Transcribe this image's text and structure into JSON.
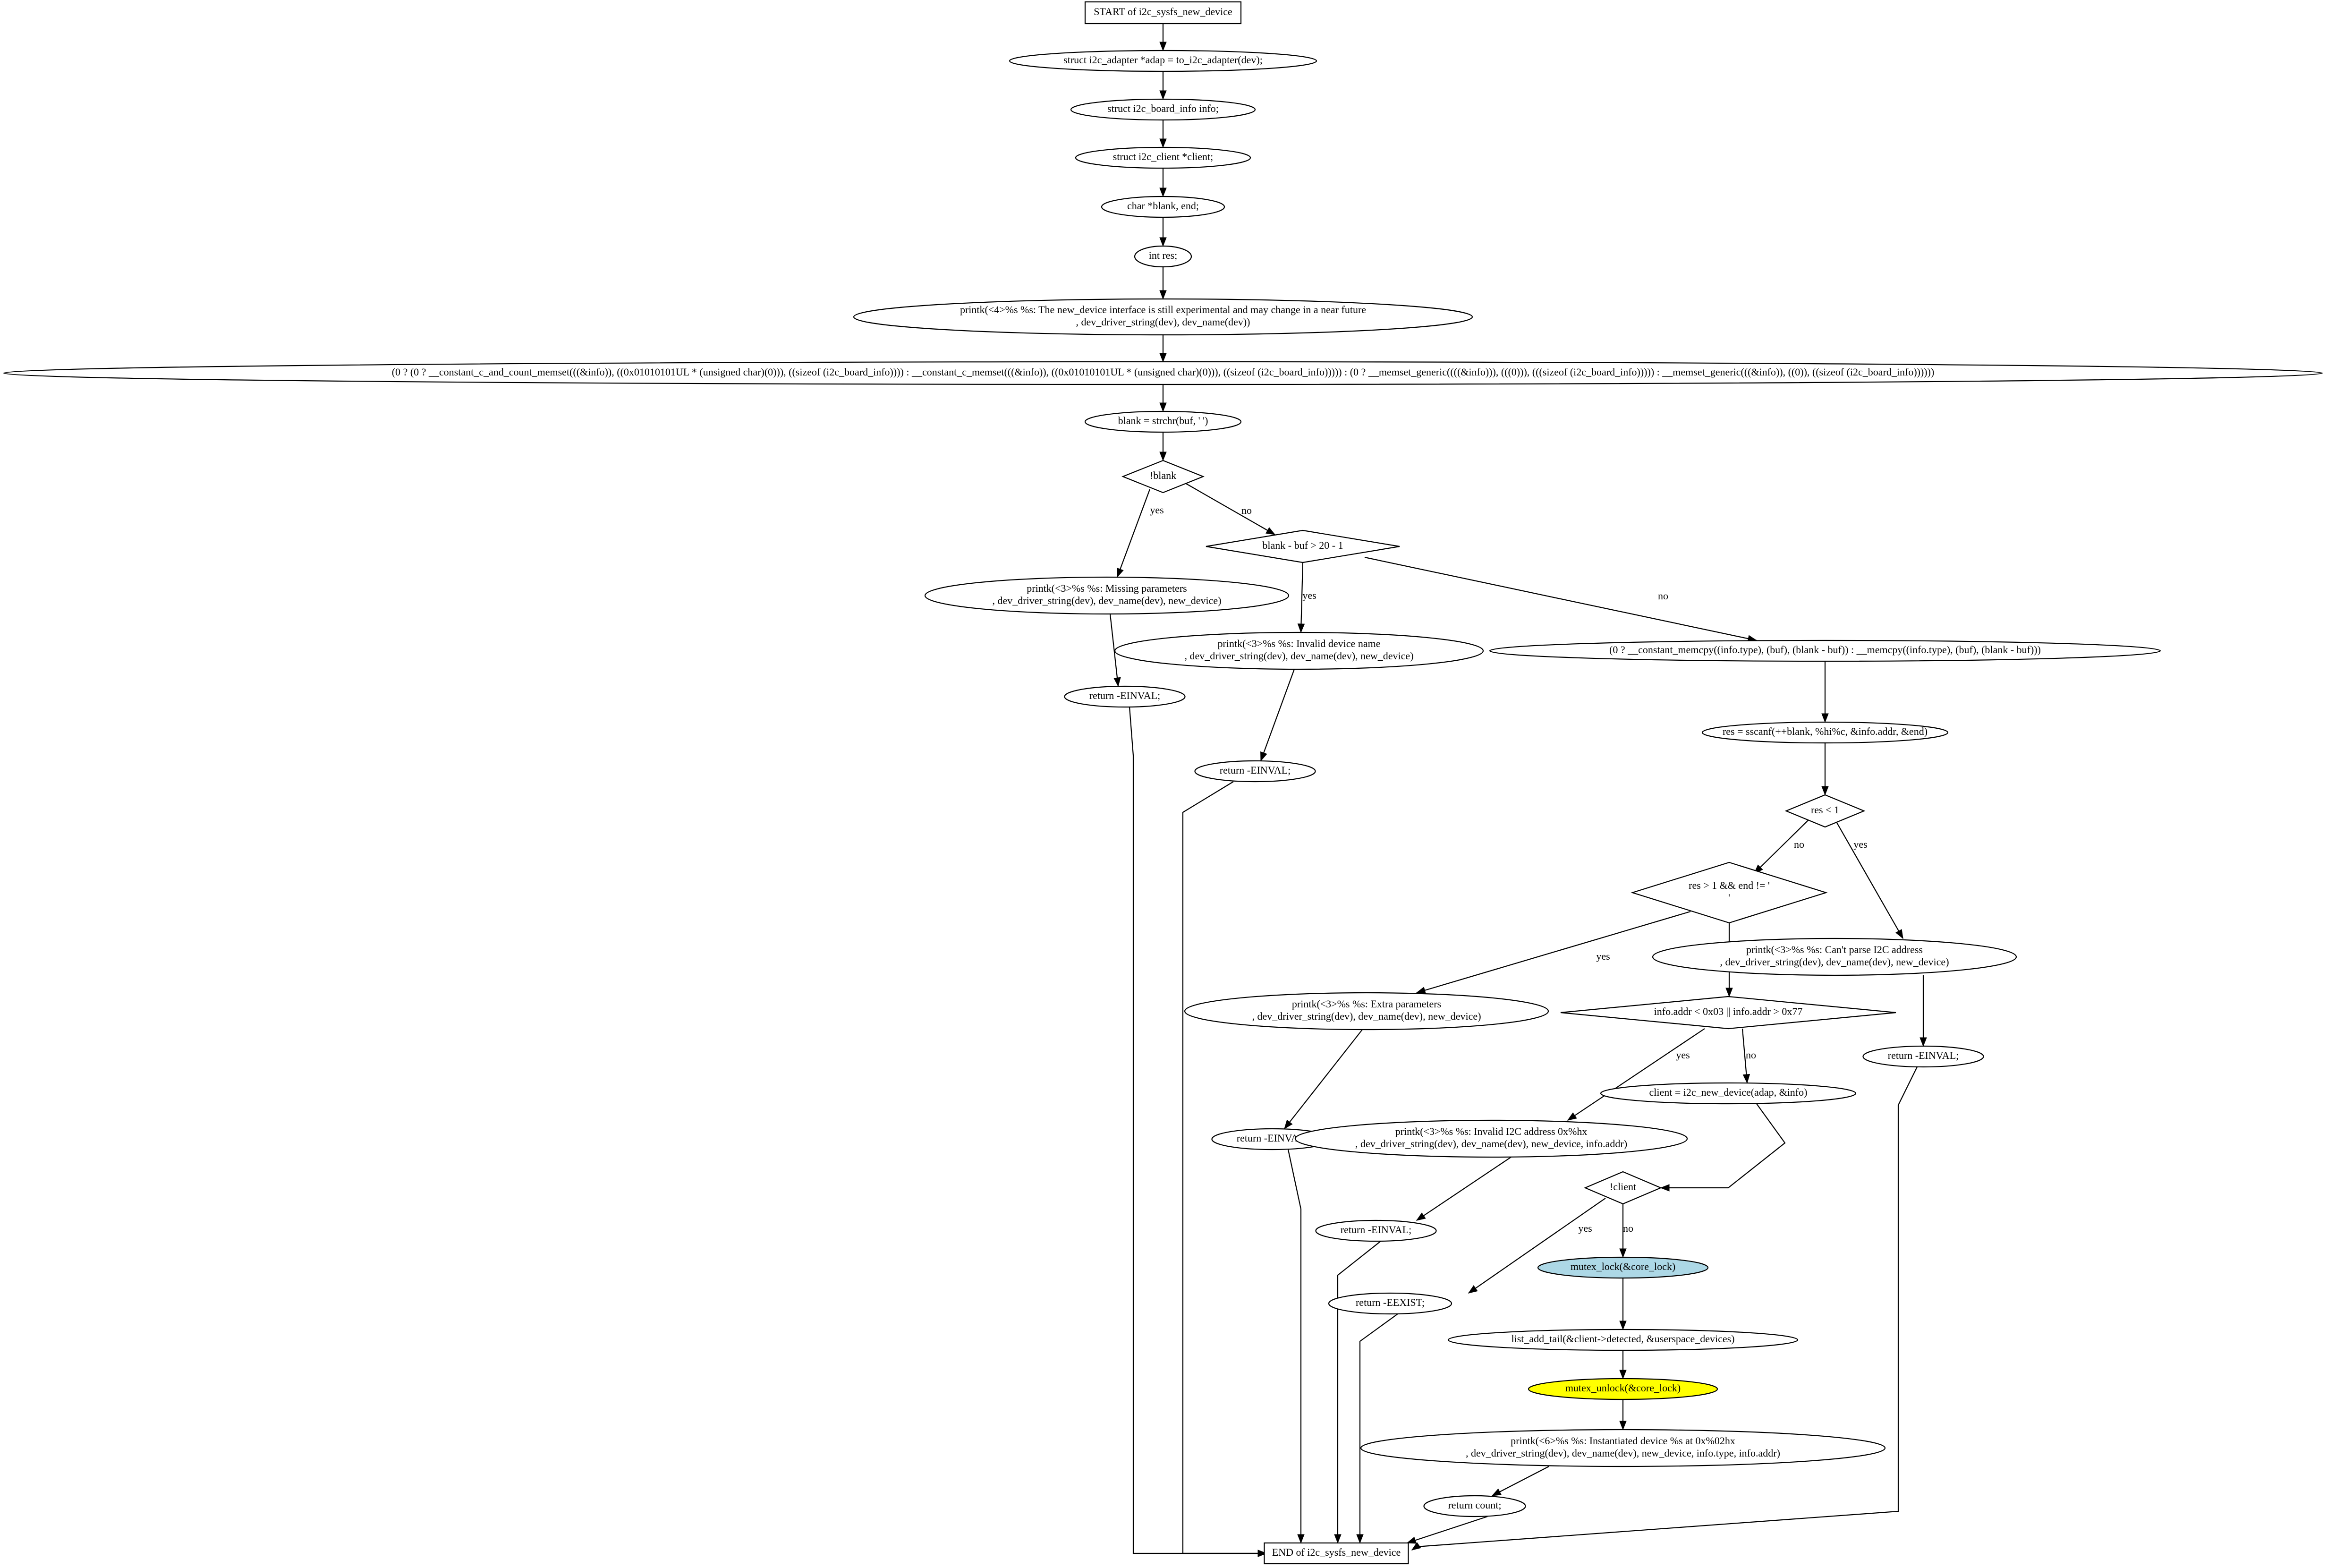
{
  "graph": {
    "nodes": [
      {
        "id": "start",
        "shape": "box",
        "lines": [
          "START of i2c_sysfs_new_device"
        ]
      },
      {
        "id": "n_adap",
        "shape": "ellipse",
        "lines": [
          "struct i2c_adapter *adap = to_i2c_adapter(dev);"
        ]
      },
      {
        "id": "n_info",
        "shape": "ellipse",
        "lines": [
          "struct i2c_board_info info;"
        ]
      },
      {
        "id": "n_client",
        "shape": "ellipse",
        "lines": [
          "struct i2c_client *client;"
        ]
      },
      {
        "id": "n_blank_decl",
        "shape": "ellipse",
        "lines": [
          "char *blank, end;"
        ]
      },
      {
        "id": "n_res_decl",
        "shape": "ellipse",
        "lines": [
          "int res;"
        ]
      },
      {
        "id": "n_printk_warn",
        "shape": "ellipse",
        "lines": [
          "printk(<4>%s %s: The new_device interface is still experimental and may change in a near future",
          ", dev_driver_string(dev), dev_name(dev))"
        ]
      },
      {
        "id": "n_memset",
        "shape": "ellipse",
        "lines": [
          "(0 ? (0 ? __constant_c_and_count_memset(((&info)), ((0x01010101UL * (unsigned char)(0))), ((sizeof (i2c_board_info)))) : __constant_c_memset(((&info)), ((0x01010101UL * (unsigned char)(0))), ((sizeof (i2c_board_info))))) : (0 ? __memset_generic((((&info))), (((0))), (((sizeof (i2c_board_info))))) : __memset_generic(((&info)), ((0)), ((sizeof (i2c_board_info))))))"
        ]
      },
      {
        "id": "n_strchr",
        "shape": "ellipse",
        "lines": [
          "blank = strchr(buf, ' ')"
        ]
      },
      {
        "id": "d_blank",
        "shape": "diamond",
        "lines": [
          "!blank"
        ]
      },
      {
        "id": "n_missing",
        "shape": "ellipse",
        "lines": [
          "printk(<3>%s %s: Missing parameters",
          ", dev_driver_string(dev), dev_name(dev), new_device)"
        ]
      },
      {
        "id": "r1",
        "shape": "ellipse",
        "lines": [
          "return -EINVAL;"
        ]
      },
      {
        "id": "d_len",
        "shape": "diamond",
        "lines": [
          "blank - buf > 20 - 1"
        ]
      },
      {
        "id": "n_invalid_name",
        "shape": "ellipse",
        "lines": [
          "printk(<3>%s %s: Invalid device name",
          ", dev_driver_string(dev), dev_name(dev), new_device)"
        ]
      },
      {
        "id": "r2",
        "shape": "ellipse",
        "lines": [
          "return -EINVAL;"
        ]
      },
      {
        "id": "n_memcpy",
        "shape": "ellipse",
        "lines": [
          "(0 ? __constant_memcpy((info.type), (buf), (blank - buf)) : __memcpy((info.type), (buf), (blank - buf)))"
        ]
      },
      {
        "id": "n_sscanf",
        "shape": "ellipse",
        "lines": [
          "res = sscanf(++blank, %hi%c, &info.addr, &end)"
        ]
      },
      {
        "id": "d_res",
        "shape": "diamond",
        "lines": [
          "res < 1"
        ]
      },
      {
        "id": "d_extra",
        "shape": "diamond",
        "lines": [
          "res > 1 && end != '",
          "'"
        ]
      },
      {
        "id": "n_cant_parse",
        "shape": "ellipse",
        "lines": [
          "printk(<3>%s %s: Can't parse I2C address",
          ", dev_driver_string(dev), dev_name(dev), new_device)"
        ]
      },
      {
        "id": "r3",
        "shape": "ellipse",
        "lines": [
          "return -EINVAL;"
        ]
      },
      {
        "id": "n_extra",
        "shape": "ellipse",
        "lines": [
          "printk(<3>%s %s: Extra parameters",
          ", dev_driver_string(dev), dev_name(dev), new_device)"
        ]
      },
      {
        "id": "d_addr",
        "shape": "diamond",
        "lines": [
          "info.addr < 0x03 || info.addr > 0x77"
        ]
      },
      {
        "id": "r4",
        "shape": "ellipse",
        "lines": [
          "return -EINVAL;"
        ]
      },
      {
        "id": "n_invalid_addr",
        "shape": "ellipse",
        "lines": [
          "printk(<3>%s %s: Invalid I2C address 0x%hx",
          ", dev_driver_string(dev), dev_name(dev), new_device, info.addr)"
        ]
      },
      {
        "id": "n_new_device",
        "shape": "ellipse",
        "lines": [
          "client = i2c_new_device(adap, &info)"
        ]
      },
      {
        "id": "r5",
        "shape": "ellipse",
        "lines": [
          "return -EINVAL;"
        ]
      },
      {
        "id": "d_client",
        "shape": "diamond",
        "lines": [
          "!client"
        ]
      },
      {
        "id": "r_eexist",
        "shape": "ellipse",
        "lines": [
          "return -EEXIST;"
        ]
      },
      {
        "id": "n_lock",
        "shape": "ellipse",
        "fill": "#add8e6",
        "lines": [
          "mutex_lock(&core_lock)"
        ]
      },
      {
        "id": "n_list_add",
        "shape": "ellipse",
        "lines": [
          "list_add_tail(&client->detected, &userspace_devices)"
        ]
      },
      {
        "id": "n_unlock",
        "shape": "ellipse",
        "fill": "#ffff00",
        "lines": [
          "mutex_unlock(&core_lock)"
        ]
      },
      {
        "id": "n_instantiated",
        "shape": "ellipse",
        "lines": [
          "printk(<6>%s %s: Instantiated device %s at 0x%02hx",
          ", dev_driver_string(dev), dev_name(dev), new_device, info.type, info.addr)"
        ]
      },
      {
        "id": "r_count",
        "shape": "ellipse",
        "lines": [
          "return count;"
        ]
      },
      {
        "id": "end",
        "shape": "box",
        "lines": [
          "END of i2c_sysfs_new_device"
        ]
      }
    ],
    "edges": [
      {
        "from": "start",
        "to": "n_adap",
        "label": ""
      },
      {
        "from": "n_adap",
        "to": "n_info",
        "label": ""
      },
      {
        "from": "n_info",
        "to": "n_client",
        "label": ""
      },
      {
        "from": "n_client",
        "to": "n_blank_decl",
        "label": ""
      },
      {
        "from": "n_blank_decl",
        "to": "n_res_decl",
        "label": ""
      },
      {
        "from": "n_res_decl",
        "to": "n_printk_warn",
        "label": ""
      },
      {
        "from": "n_printk_warn",
        "to": "n_memset",
        "label": ""
      },
      {
        "from": "n_memset",
        "to": "n_strchr",
        "label": ""
      },
      {
        "from": "n_strchr",
        "to": "d_blank",
        "label": ""
      },
      {
        "from": "d_blank",
        "to": "n_missing",
        "label": "yes"
      },
      {
        "from": "d_blank",
        "to": "d_len",
        "label": "no"
      },
      {
        "from": "n_missing",
        "to": "r1",
        "label": ""
      },
      {
        "from": "d_len",
        "to": "n_invalid_name",
        "label": "yes"
      },
      {
        "from": "d_len",
        "to": "n_memcpy",
        "label": "no"
      },
      {
        "from": "n_invalid_name",
        "to": "r2",
        "label": ""
      },
      {
        "from": "n_memcpy",
        "to": "n_sscanf",
        "label": ""
      },
      {
        "from": "n_sscanf",
        "to": "d_res",
        "label": ""
      },
      {
        "from": "d_res",
        "to": "d_extra",
        "label": "no"
      },
      {
        "from": "d_res",
        "to": "n_cant_parse",
        "label": "yes"
      },
      {
        "from": "n_cant_parse",
        "to": "r3",
        "label": ""
      },
      {
        "from": "d_extra",
        "to": "n_extra",
        "label": "yes"
      },
      {
        "from": "d_extra",
        "to": "d_addr",
        "label": "no"
      },
      {
        "from": "n_extra",
        "to": "r4",
        "label": ""
      },
      {
        "from": "d_addr",
        "to": "n_invalid_addr",
        "label": "yes"
      },
      {
        "from": "d_addr",
        "to": "n_new_device",
        "label": "no"
      },
      {
        "from": "n_invalid_addr",
        "to": "r5",
        "label": ""
      },
      {
        "from": "n_new_device",
        "to": "d_client",
        "label": ""
      },
      {
        "from": "d_client",
        "to": "r_eexist",
        "label": "yes"
      },
      {
        "from": "d_client",
        "to": "n_lock",
        "label": "no"
      },
      {
        "from": "n_lock",
        "to": "n_list_add",
        "label": ""
      },
      {
        "from": "n_list_add",
        "to": "n_unlock",
        "label": ""
      },
      {
        "from": "n_unlock",
        "to": "n_instantiated",
        "label": ""
      },
      {
        "from": "n_instantiated",
        "to": "r_count",
        "label": ""
      },
      {
        "from": "r_count",
        "to": "end",
        "label": ""
      },
      {
        "from": "r1",
        "to": "end",
        "label": ""
      },
      {
        "from": "r2",
        "to": "end",
        "label": ""
      },
      {
        "from": "r3",
        "to": "end",
        "label": ""
      },
      {
        "from": "r4",
        "to": "end",
        "label": ""
      },
      {
        "from": "r5",
        "to": "end",
        "label": ""
      },
      {
        "from": "r_eexist",
        "to": "end",
        "label": ""
      }
    ]
  }
}
